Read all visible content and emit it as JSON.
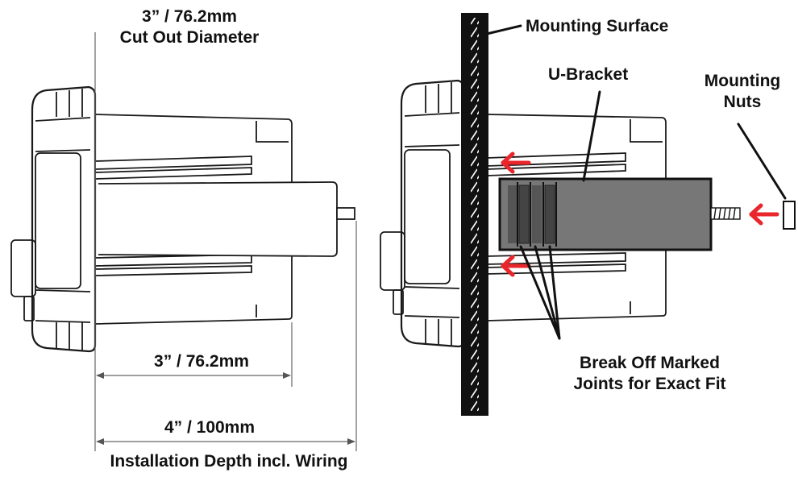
{
  "labels": {
    "cutout_dim": "3” / 76.2mm",
    "cutout_caption": "Cut Out Diameter",
    "body_length": "3” / 76.2mm",
    "install_depth": "4” / 100mm",
    "install_caption": "Installation Depth incl. Wiring",
    "mounting_surface": "Mounting Surface",
    "u_bracket": "U-Bracket",
    "mounting_nuts_line1": "Mounting",
    "mounting_nuts_line2": "Nuts",
    "break_off_line1": "Break Off Marked",
    "break_off_line2": "Joints for Exact Fit"
  },
  "colors": {
    "outline": "#1a1a1a",
    "panel": "#111111",
    "bracket_fill": "#7a7a7a",
    "arrow": "#e8262b"
  }
}
